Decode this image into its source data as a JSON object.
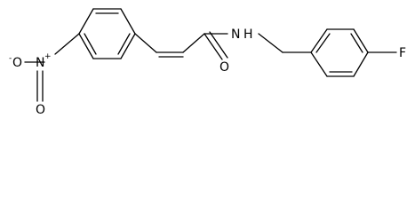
{
  "molecule": {
    "atom_labels": {
      "fluorine": "F",
      "amide_nitrogen": "N",
      "amide_hydrogen": "H",
      "carbonyl_oxygen": "O",
      "nitro_nitrogen": "N",
      "nitro_nitrogen_charge": "+",
      "nitro_oxygen_double": "O",
      "nitro_oxygen_single": "O",
      "nitro_oxygen_charge": "-"
    },
    "colors": {
      "bond": "#000000",
      "label": "#000000",
      "background": "#ffffff"
    }
  }
}
